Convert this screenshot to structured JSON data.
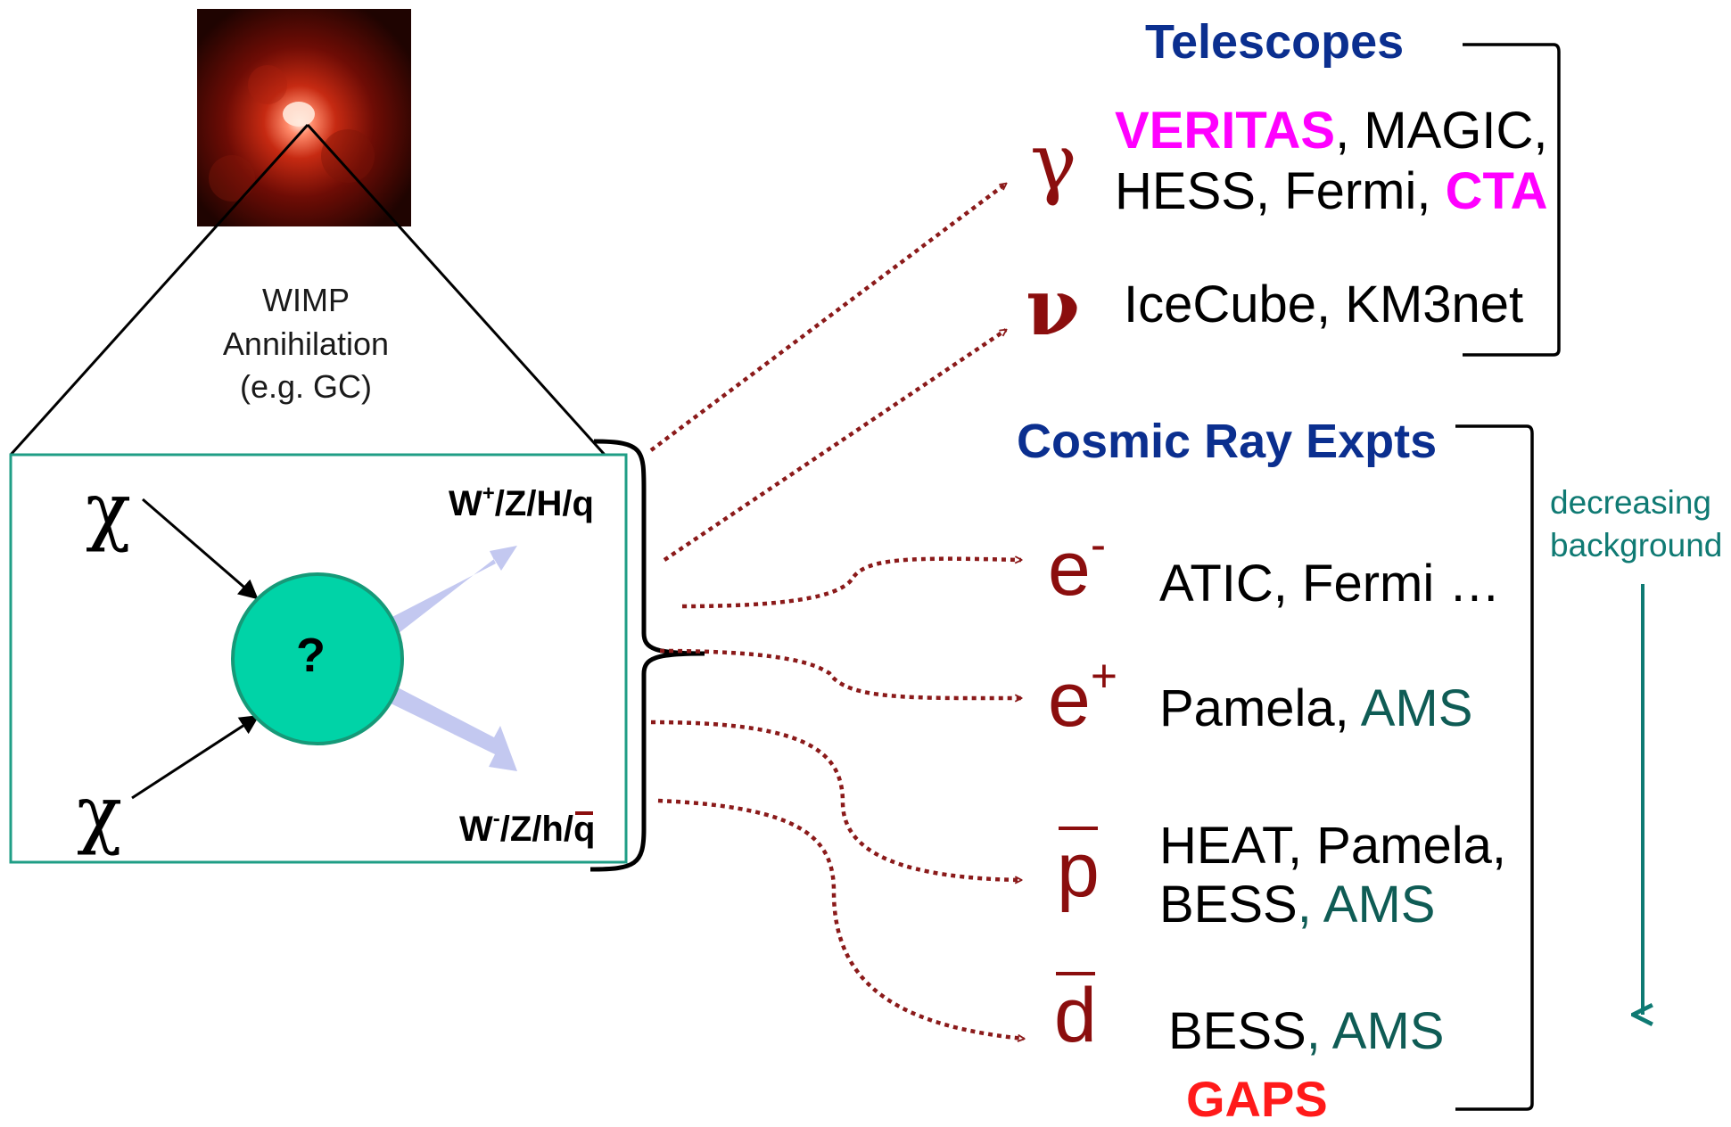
{
  "wimp": {
    "line1": "WIMP",
    "line2": "Annihilation",
    "line3": "(e.g. GC)"
  },
  "chi_symbol": "χ",
  "center_label": "?",
  "products": {
    "top": {
      "base": "W",
      "sup": "+",
      "rest": "/Z/H/q"
    },
    "bottom": {
      "base": "W",
      "sup": "-",
      "rest": "/Z/h/",
      "q": "q"
    }
  },
  "telescopes": {
    "header": "Telescopes",
    "gamma": {
      "symbol": "γ",
      "line1_highlight": "VERITAS",
      "line1_rest": ", MAGIC,",
      "line2_rest": "HESS, Fermi, ",
      "line2_highlight": "CTA"
    },
    "nu": {
      "symbol": "ν",
      "experiments": "IceCube, KM3net"
    }
  },
  "cosmic_ray": {
    "header": "Cosmic Ray Expts",
    "electron": {
      "symbol": "e",
      "sup": "-",
      "experiments": "ATIC, Fermi …"
    },
    "positron": {
      "symbol": "e",
      "sup": "+",
      "experiments": "Pamela, ",
      "highlight": "AMS"
    },
    "antiproton": {
      "symbol": "p",
      "line1": "HEAT, Pamela,",
      "line2": "BESS",
      "highlight": ", AMS"
    },
    "antideuteron": {
      "symbol": "d",
      "line1": "BESS",
      "highlight": ", AMS",
      "extra": "GAPS"
    }
  },
  "trend": {
    "line1": "decreasing",
    "line2": "background"
  },
  "colors": {
    "arrow": "#8b1a1a",
    "box_border": "#1f9e86",
    "circle_fill": "#00d3a7",
    "circle_stroke": "#169978",
    "product_arrows": "#c3c8f0",
    "trend_arrow": "#0f7a73",
    "highlight_magenta": "#ff00ff",
    "highlight_red": "#ff1a1a",
    "header_blue": "#0b2f8f",
    "ams_teal": "#0f5c55"
  }
}
